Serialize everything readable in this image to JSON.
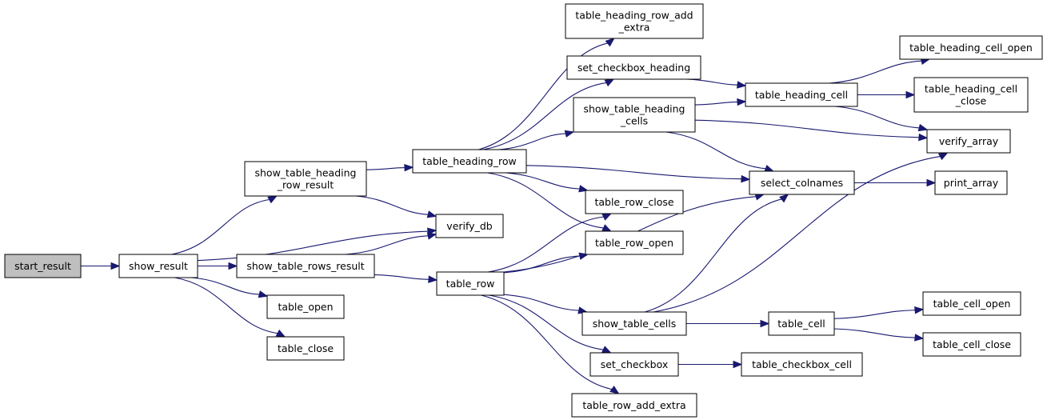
{
  "colors": {
    "edge": "#191970",
    "root_fill": "#bfbfbf",
    "node_fill": "#ffffff",
    "border": "#000000"
  },
  "nodes": {
    "start_result": {
      "lines": [
        "start_result"
      ],
      "root": true
    },
    "show_result": {
      "lines": [
        "show_result"
      ]
    },
    "show_table_heading_row_result": {
      "lines": [
        "show_table_heading",
        "_row_result"
      ]
    },
    "verify_db": {
      "lines": [
        "verify_db"
      ]
    },
    "show_table_rows_result": {
      "lines": [
        "show_table_rows_result"
      ]
    },
    "table_open": {
      "lines": [
        "table_open"
      ]
    },
    "table_close": {
      "lines": [
        "table_close"
      ]
    },
    "table_heading_row": {
      "lines": [
        "table_heading_row"
      ]
    },
    "table_row": {
      "lines": [
        "table_row"
      ]
    },
    "table_heading_row_add_extra": {
      "lines": [
        "table_heading_row_add",
        "_extra"
      ]
    },
    "set_checkbox_heading": {
      "lines": [
        "set_checkbox_heading"
      ]
    },
    "show_table_heading_cells": {
      "lines": [
        "show_table_heading",
        "_cells"
      ]
    },
    "table_row_close": {
      "lines": [
        "table_row_close"
      ]
    },
    "table_row_open": {
      "lines": [
        "table_row_open"
      ]
    },
    "show_table_cells": {
      "lines": [
        "show_table_cells"
      ]
    },
    "set_checkbox": {
      "lines": [
        "set_checkbox"
      ]
    },
    "table_row_add_extra": {
      "lines": [
        "table_row_add_extra"
      ]
    },
    "table_heading_cell": {
      "lines": [
        "table_heading_cell"
      ]
    },
    "select_colnames": {
      "lines": [
        "select_colnames"
      ]
    },
    "table_cell": {
      "lines": [
        "table_cell"
      ]
    },
    "table_checkbox_cell": {
      "lines": [
        "table_checkbox_cell"
      ]
    },
    "table_heading_cell_open": {
      "lines": [
        "table_heading_cell_open"
      ]
    },
    "table_heading_cell_close": {
      "lines": [
        "table_heading_cell",
        "_close"
      ]
    },
    "verify_array": {
      "lines": [
        "verify_array"
      ]
    },
    "print_array": {
      "lines": [
        "print_array"
      ]
    },
    "table_cell_open": {
      "lines": [
        "table_cell_open"
      ]
    },
    "table_cell_close": {
      "lines": [
        "table_cell_close"
      ]
    }
  },
  "edges": [
    {
      "from": "start_result",
      "to": "show_result"
    },
    {
      "from": "show_result",
      "to": "show_table_heading_row_result"
    },
    {
      "from": "show_result",
      "to": "verify_db"
    },
    {
      "from": "show_result",
      "to": "show_table_rows_result"
    },
    {
      "from": "show_result",
      "to": "table_open"
    },
    {
      "from": "show_result",
      "to": "table_close"
    },
    {
      "from": "show_table_heading_row_result",
      "to": "table_heading_row"
    },
    {
      "from": "show_table_heading_row_result",
      "to": "verify_db"
    },
    {
      "from": "show_table_rows_result",
      "to": "verify_db"
    },
    {
      "from": "show_table_rows_result",
      "to": "table_row"
    },
    {
      "from": "table_heading_row",
      "to": "table_heading_row_add_extra"
    },
    {
      "from": "table_heading_row",
      "to": "set_checkbox_heading"
    },
    {
      "from": "table_heading_row",
      "to": "show_table_heading_cells"
    },
    {
      "from": "table_heading_row",
      "to": "select_colnames"
    },
    {
      "from": "table_heading_row",
      "to": "table_row_close"
    },
    {
      "from": "table_heading_row",
      "to": "table_row_open"
    },
    {
      "from": "table_row",
      "to": "table_row_close"
    },
    {
      "from": "table_row",
      "to": "table_row_open"
    },
    {
      "from": "table_row",
      "to": "select_colnames"
    },
    {
      "from": "table_row",
      "to": "show_table_cells"
    },
    {
      "from": "table_row",
      "to": "set_checkbox"
    },
    {
      "from": "table_row",
      "to": "table_row_add_extra"
    },
    {
      "from": "set_checkbox_heading",
      "to": "table_heading_cell"
    },
    {
      "from": "show_table_heading_cells",
      "to": "table_heading_cell"
    },
    {
      "from": "show_table_heading_cells",
      "to": "verify_array"
    },
    {
      "from": "show_table_heading_cells",
      "to": "select_colnames"
    },
    {
      "from": "table_heading_cell",
      "to": "table_heading_cell_open"
    },
    {
      "from": "table_heading_cell",
      "to": "table_heading_cell_close"
    },
    {
      "from": "table_heading_cell",
      "to": "verify_array"
    },
    {
      "from": "select_colnames",
      "to": "print_array"
    },
    {
      "from": "show_table_cells",
      "to": "select_colnames"
    },
    {
      "from": "show_table_cells",
      "to": "verify_array"
    },
    {
      "from": "show_table_cells",
      "to": "table_cell"
    },
    {
      "from": "set_checkbox",
      "to": "table_checkbox_cell"
    },
    {
      "from": "table_cell",
      "to": "table_cell_open"
    },
    {
      "from": "table_cell",
      "to": "table_cell_close"
    }
  ]
}
